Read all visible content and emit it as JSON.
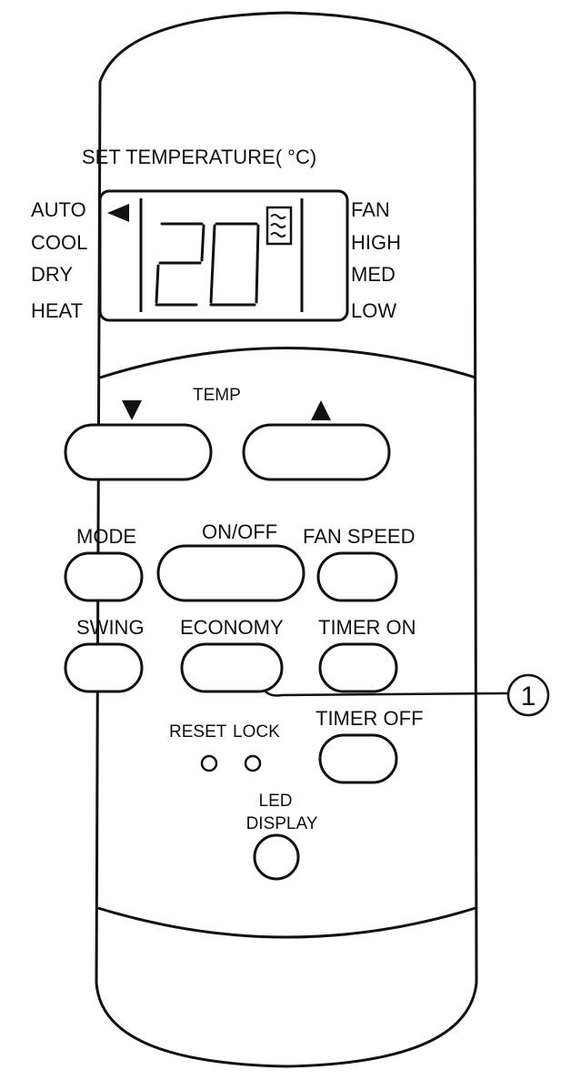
{
  "header": {
    "set_temperature_label": "SET TEMPERATURE( °C)"
  },
  "display": {
    "temperature": "20",
    "modes": [
      "AUTO",
      "COOL",
      "DRY",
      "HEAT"
    ],
    "fan_levels": [
      "FAN",
      "HIGH",
      "MED",
      "LOW"
    ],
    "mode_indicator_icon": "left-triangle-icon",
    "fan_indicator_icon": "fan-bars-icon"
  },
  "temp": {
    "label": "TEMP",
    "down_icon": "down-triangle-icon",
    "up_icon": "up-triangle-icon"
  },
  "buttons": {
    "mode": "MODE",
    "on_off": "ON/OFF",
    "fan_speed": "FAN SPEED",
    "swing": "SWING",
    "economy": "ECONOMY",
    "timer_on": "TIMER ON",
    "reset": "RESET",
    "lock": "LOCK",
    "timer_off": "TIMER OFF",
    "led_line1": "LED",
    "led_line2": "DISPLAY"
  },
  "callout": {
    "number": "1"
  }
}
